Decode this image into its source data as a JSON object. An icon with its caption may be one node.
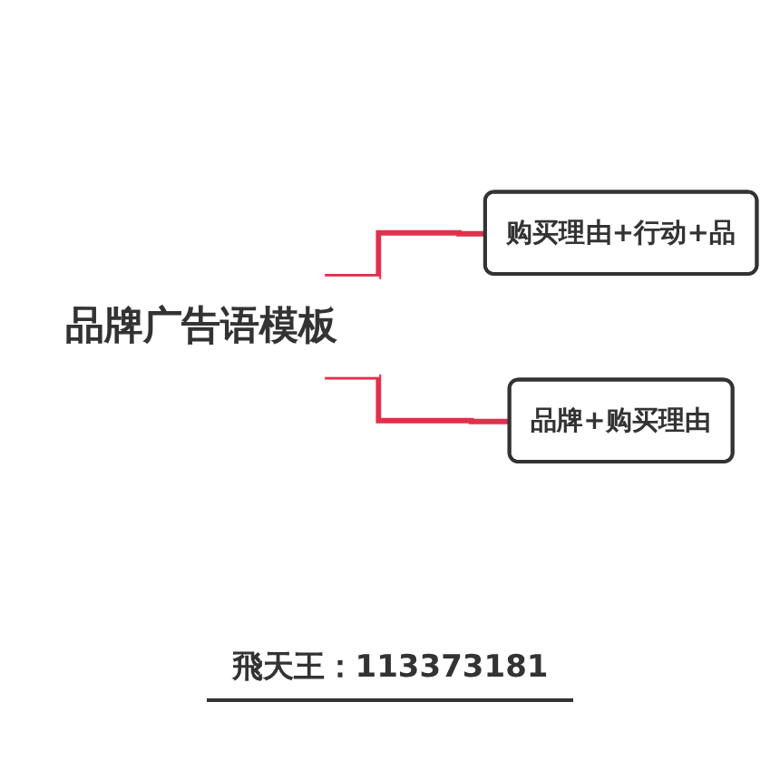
{
  "diagram": {
    "nodes": [
      {
        "text": [
          "品牌广告语模板"
        ]
      },
      {
        "text": [
          "购买理由+行动+品"
        ]
      },
      {
        "text": [
          "品牌+购买理由"
        ]
      }
    ],
    "edges": [
      {
        "from": 0,
        "to": 1,
        "arrow": "none"
      },
      {
        "from": 0,
        "to": 2,
        "arrow": "none"
      }
    ],
    "labels": [
      "飛天王：113373181"
    ]
  }
}
